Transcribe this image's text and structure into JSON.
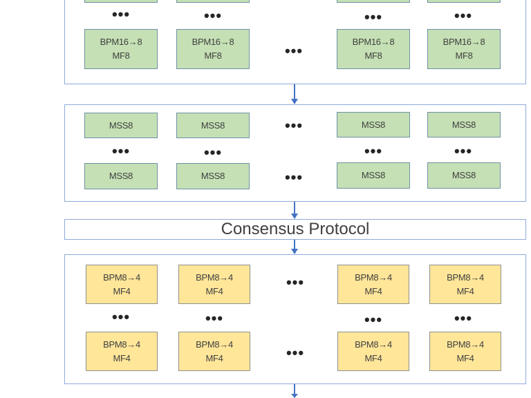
{
  "colors": {
    "group_border": "#8faadc",
    "green_box_fill": "#c5e0b4",
    "yellow_box_fill": "#ffe699",
    "arrow": "#4472c4"
  },
  "ellipsis": "•••",
  "groups": {
    "top": {
      "box_line1": "BPM16→8",
      "box_line2": "MF8"
    },
    "mss": {
      "box_label": "MSS8"
    },
    "consensus": {
      "label": "Consensus Protocol"
    },
    "bottom": {
      "box_line1": "BPM8→4",
      "box_line2": "MF4"
    }
  }
}
